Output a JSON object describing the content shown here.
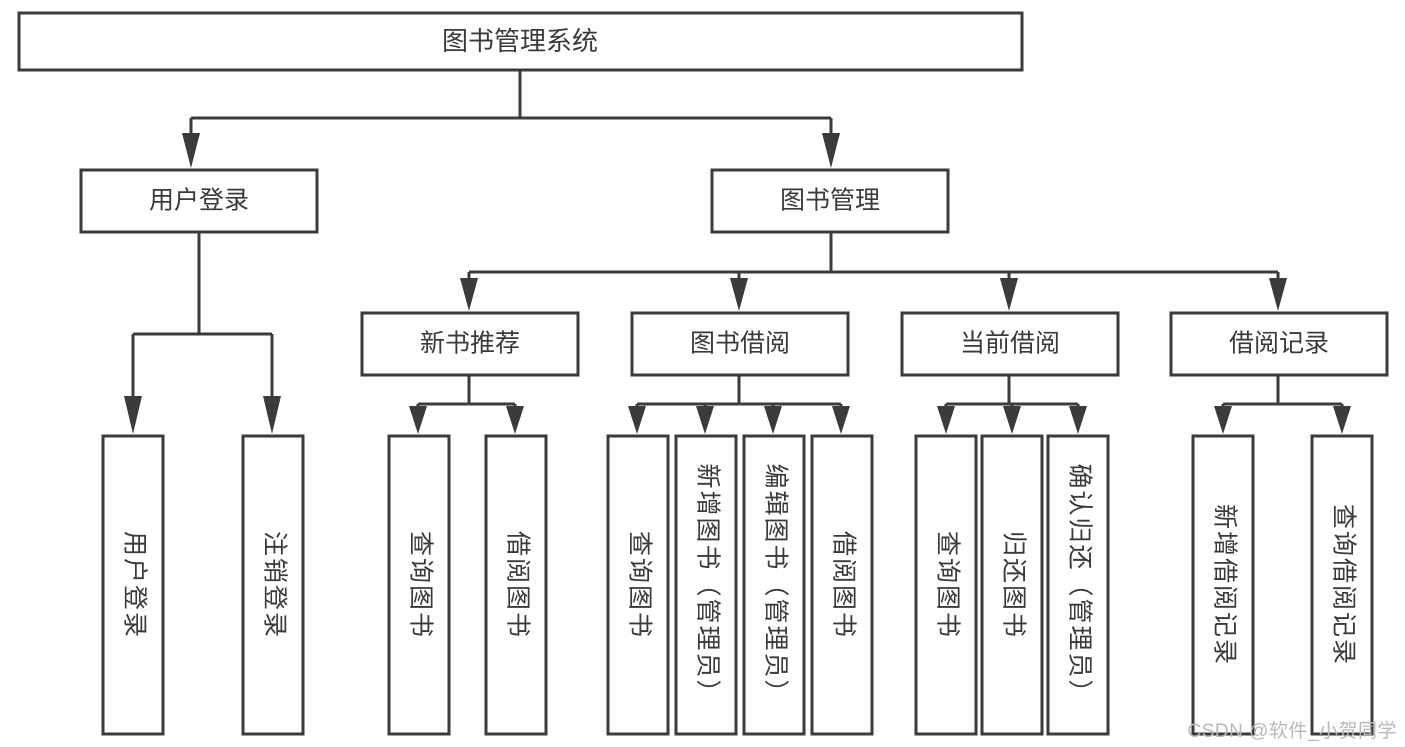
{
  "diagram": {
    "title": "图书管理系统",
    "type": "tree-hierarchy",
    "watermark": "CSDN @软件_小贺同学",
    "colors": {
      "stroke": "#3b3b3b",
      "text": "#3a3a3a",
      "background": "#ffffff",
      "watermark": "#b9b9b9"
    },
    "nodes": {
      "root": {
        "label": "图书管理系统"
      },
      "level2": [
        {
          "label": "用户登录"
        },
        {
          "label": "图书管理"
        }
      ],
      "level3": [
        {
          "label": "新书推荐"
        },
        {
          "label": "图书借阅"
        },
        {
          "label": "当前借阅"
        },
        {
          "label": "借阅记录"
        }
      ],
      "leaves": {
        "user_login": [
          {
            "label": "用户登录"
          },
          {
            "label": "注销登录"
          }
        ],
        "new_book": [
          {
            "label": "查询图书"
          },
          {
            "label": "借阅图书"
          }
        ],
        "book_borrow": [
          {
            "label": "查询图书"
          },
          {
            "label": "新增图书（管理员）"
          },
          {
            "label": "编辑图书（管理员）"
          },
          {
            "label": "借阅图书"
          }
        ],
        "current_borrow": [
          {
            "label": "查询图书"
          },
          {
            "label": "归还图书"
          },
          {
            "label": "确认归还（管理员）"
          }
        ],
        "borrow_record": [
          {
            "label": "新增借阅记录"
          },
          {
            "label": "查询借阅记录"
          }
        ]
      }
    }
  }
}
